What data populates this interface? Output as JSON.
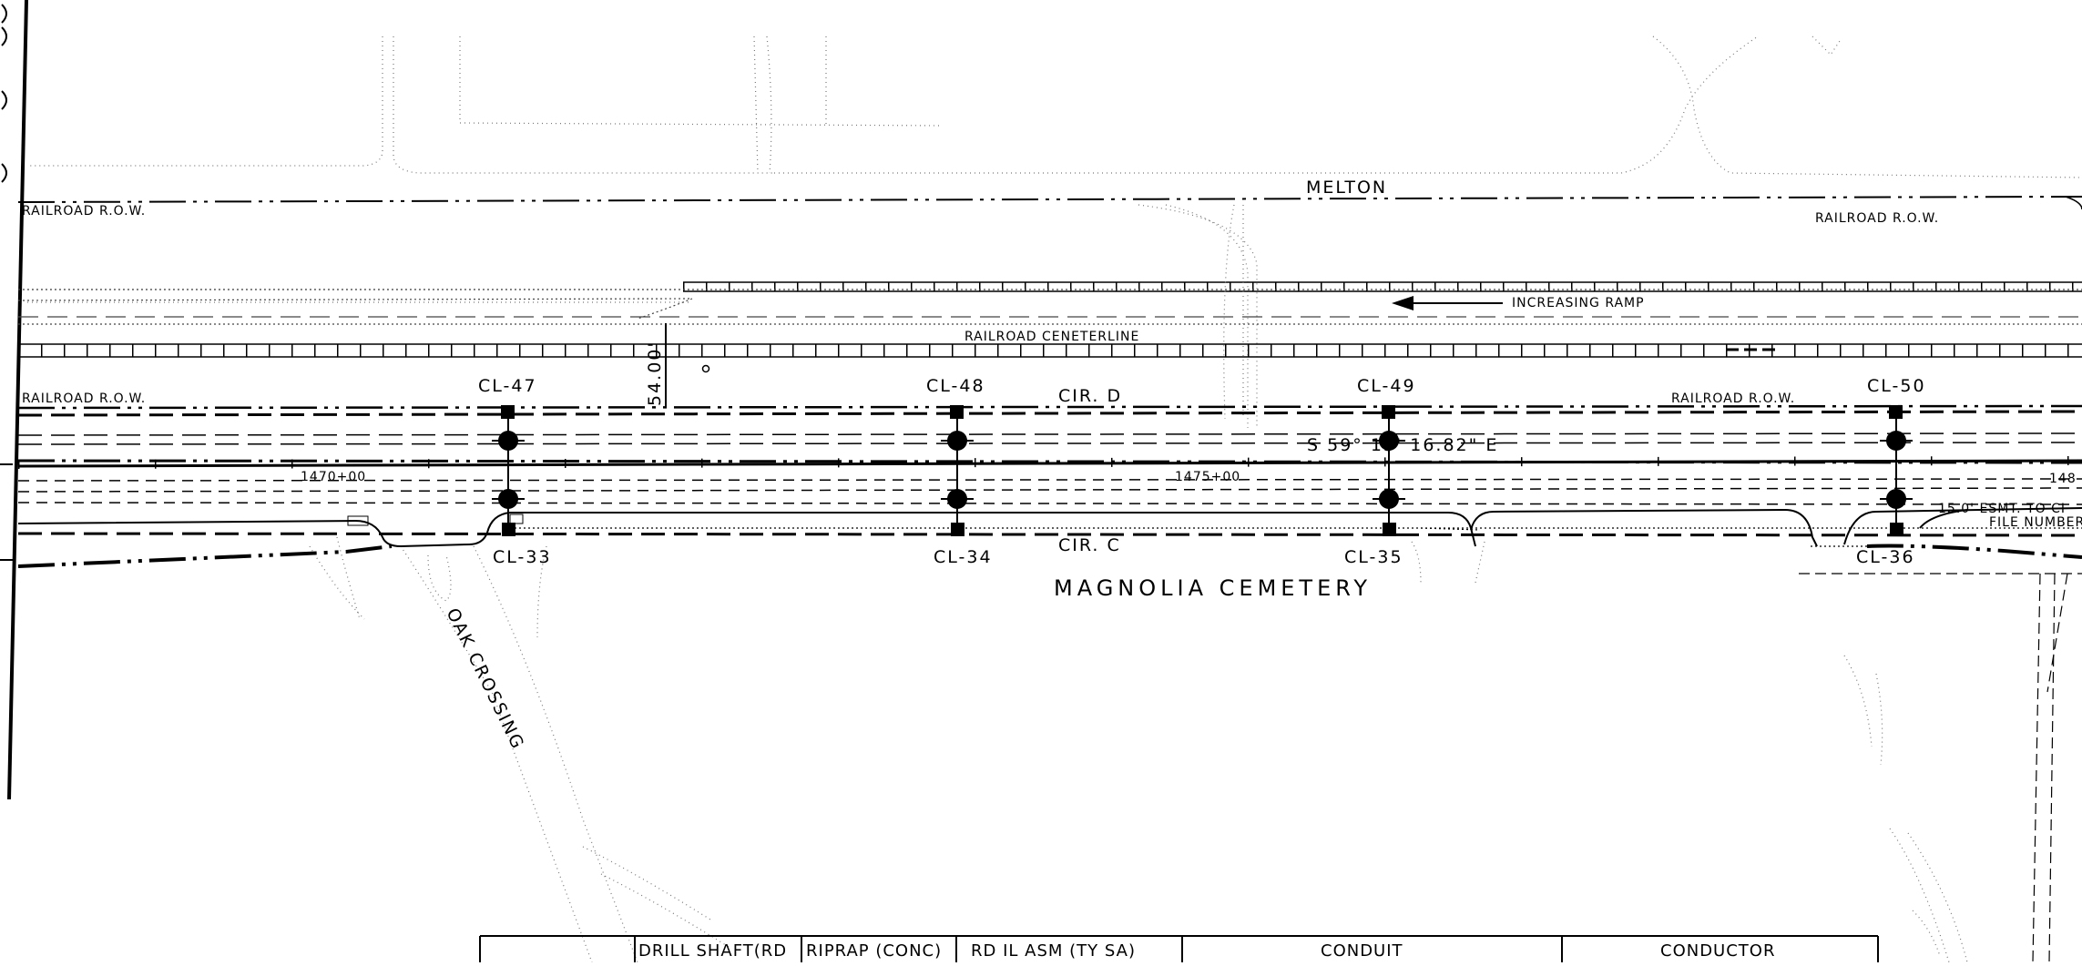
{
  "labels": {
    "melton": "MELTON",
    "railroad_row": "RAILROAD R.O.W.",
    "increasing_ramp": "INCREASING RAMP",
    "railroad_centerline": "RAILROAD CENETERLINE",
    "dimension": "54.00'",
    "cir_d": "CIR. D",
    "cir_c": "CIR. C",
    "bearing": "S 59° 13' 16.82\" E",
    "station_1470": "1470+00",
    "station_1475": "1475+00",
    "station_148": "148",
    "esmt": "15.0' ESMT. TO CI",
    "file_number": "FILE NUMBER",
    "cemetery": "MAGNOLIA CEMETERY",
    "oak_crossing": "OAK CROSSING"
  },
  "poles_top": [
    "CL-47",
    "CL-48",
    "CL-49",
    "CL-50"
  ],
  "poles_bottom": [
    "CL-33",
    "CL-34",
    "CL-35",
    "CL-36"
  ],
  "table": {
    "headers": [
      "",
      "DRILL SHAFT(RD",
      "RIPRAP (CONC)",
      "RD IL ASM (TY SA)",
      "CONDUIT",
      "CONDUCTOR"
    ]
  }
}
